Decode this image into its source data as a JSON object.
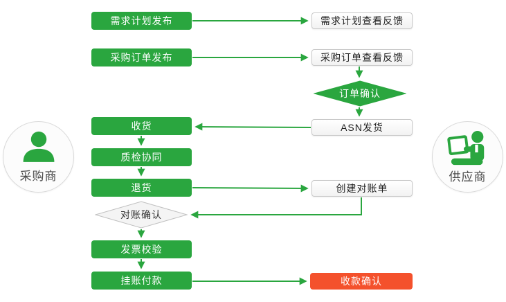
{
  "colors": {
    "green": "#2aa63f",
    "red": "#f4512c"
  },
  "actors": {
    "buyer": {
      "label": "采购商"
    },
    "supplier": {
      "label": "供应商"
    }
  },
  "nodes": {
    "demand_plan_publish": "需求计划发布",
    "demand_plan_feedback": "需求计划查看反馈",
    "po_publish": "采购订单发布",
    "po_feedback": "采购订单查看反馈",
    "order_confirm": "订单确认",
    "asn_ship": "ASN发货",
    "receive": "收货",
    "quality_check": "质检协同",
    "return_goods": "退货",
    "create_statement": "创建对账单",
    "statement_confirm": "对账确认",
    "invoice_verify": "发票校验",
    "book_payment": "挂账付款",
    "payment_confirm": "收款确认"
  }
}
